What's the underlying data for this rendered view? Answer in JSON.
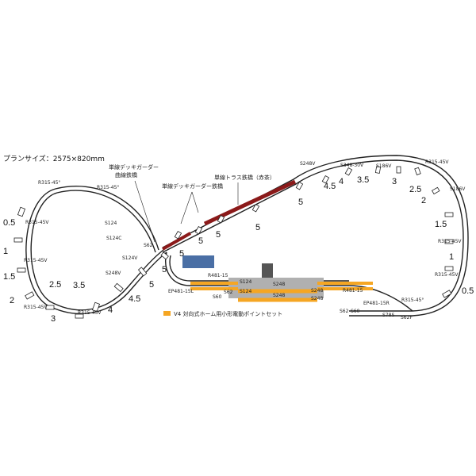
{
  "plan_size": "プランサイズ：2575×820mm",
  "callouts": {
    "deck_girder_curved_1": "単線デッキガーダー",
    "deck_girder_curved_2": "曲線鉄橋",
    "deck_girder_bridge": "単線デッキガーダー鉄橋",
    "truss_bridge": "単線トラス鉄橋（赤茶）"
  },
  "legend": {
    "color": "#f5a623",
    "text": "V4 対向式ホーム用小形電動ポイントセット"
  },
  "colors": {
    "track": "#222222",
    "truss": "#8b1a1a",
    "point_set": "#f5a623",
    "platform": "#9a9a9a",
    "station_bldg": "#555555"
  },
  "track_labels": {
    "r315_45_top": "R315-45°",
    "r315_45_top2": "R315-45°",
    "r315_45v_a": "R315-45V",
    "r315_45v_b": "R315-45V",
    "r315_45v_c": "R315-45V",
    "r315_45v_d": "R315-45V",
    "s124": "S124",
    "s124c": "S124C",
    "s62_left": "S62",
    "s124v": "S124V",
    "s248v_left": "S248V",
    "s248v_top": "S248V",
    "s348_30v": "S348-30V",
    "s186v": "S186V",
    "r315_45v_right1": "R315-45V",
    "s186v_right": "S186V",
    "r315_45v_right2": "R315-45V",
    "r315_45v_right3": "R315-45V",
    "r315_45_right": "R315-45°",
    "r481_15_left": "R481-15",
    "r481_15_right": "R481-15",
    "ep481_15l": "EP481-15L",
    "ep481_15r": "EP481-15R",
    "s60": "S60",
    "s62": "S62",
    "s62_b": "S62",
    "s60_b": "S60",
    "s78s": "S78S",
    "s62f": "S62F",
    "s124_p1": "S124",
    "s124_p2": "S124",
    "s248_p1": "S248",
    "s248_p2": "S248",
    "s248_p3": "S248",
    "s248_p4": "S248"
  },
  "pier_heights": {
    "left_0_5": "0.5",
    "left_1": "1",
    "left_1_5": "1.5",
    "left_2": "2",
    "left_2_5": "2.5",
    "left_3": "3",
    "left_3_5": "3.5",
    "left_4": "4",
    "left_4_5": "4.5",
    "left_5": "5",
    "mid_5a": "5",
    "mid_5b": "5",
    "mid_5c": "5",
    "mid_5d": "5",
    "mid_5e": "5",
    "top_5": "5",
    "top_4_5": "4.5",
    "top_4": "4",
    "top_3_5": "3.5",
    "top_3": "3",
    "top_2_5": "2.5",
    "right_2": "2",
    "right_1_5": "1.5",
    "right_1": "1",
    "right_0_5": "0.5"
  }
}
